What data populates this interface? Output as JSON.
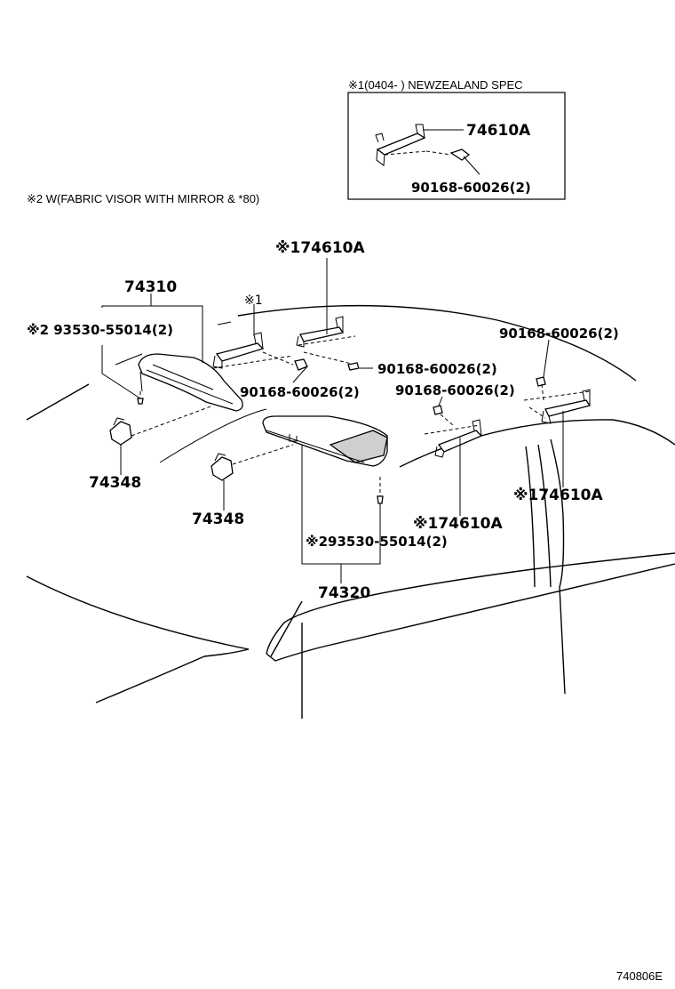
{
  "inset": {
    "spec_note": "※1(0404-        ) NEWZEALAND SPEC",
    "part_grip": "74610A",
    "part_screw": "90168-60026(2)"
  },
  "note_mirror": "※2 W(FABRIC VISOR WITH MIRROR & *80)",
  "labels": {
    "grip_top": "※174610A",
    "visor_left": "74310",
    "mark1_small": "※1",
    "screw_left_visor": "※2 93530-55014(2)",
    "screw_grip_top": "90168-60026(2)",
    "screw_grip_left": "90168-60026(2)",
    "screw_right_top": "90168-60026(2)",
    "screw_right_mid": "90168-60026(2)",
    "holder_left": "74348",
    "holder_mid": "74348",
    "grip_right": "※174610A",
    "grip_mid": "※174610A",
    "screw_right_visor": "※293530-55014(2)",
    "visor_right": "74320"
  },
  "diagram_code": "740806E"
}
